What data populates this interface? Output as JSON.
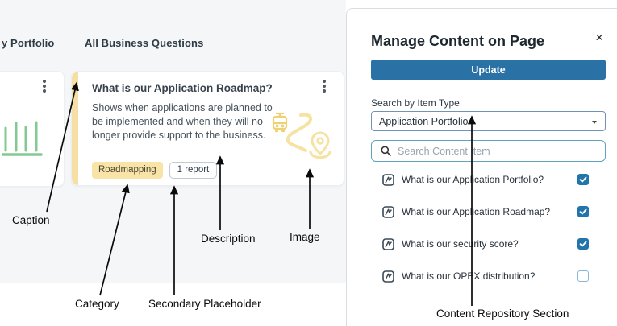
{
  "dashboard": {
    "header_left": "y Portfolio",
    "header_right": "All Business Questions",
    "card": {
      "title": "What is our Application Roadmap?",
      "description": "Shows when applications are planned to be implemented and when they will no longer provide support to the business.",
      "category_badge": "Roadmapping",
      "reports_badge": "1 report"
    }
  },
  "panel": {
    "title": "Manage Content on Page",
    "close_label": "×",
    "update_button": "Update",
    "item_type_label": "Search by Item Type",
    "item_type_value": "Application Portfolio",
    "search_placeholder": "Search Content Item",
    "items": [
      {
        "label": "What is our Application Portfolio?",
        "checked": true
      },
      {
        "label": "What is our Application Roadmap?",
        "checked": true
      },
      {
        "label": "What is our security score?",
        "checked": true
      },
      {
        "label": "What is our OPEX distribution?",
        "checked": false
      }
    ]
  },
  "annotations": {
    "caption": "Caption",
    "category": "Category",
    "secondary_placeholder": "Secondary Placeholder",
    "description": "Description",
    "image": "Image",
    "content_repository": "Content Repository Section"
  },
  "colors": {
    "accent_blue": "#2a72a5",
    "checkbox_blue": "#2274ad",
    "yellow_strip": "#f5dfa4",
    "badge_yellow": "#f8e4a6",
    "green_chart": "#84c992",
    "image_yellow_dark": "#eed172",
    "image_yellow_light": "#f6e3a2",
    "dashboard_bg": "#f5f6f8"
  }
}
